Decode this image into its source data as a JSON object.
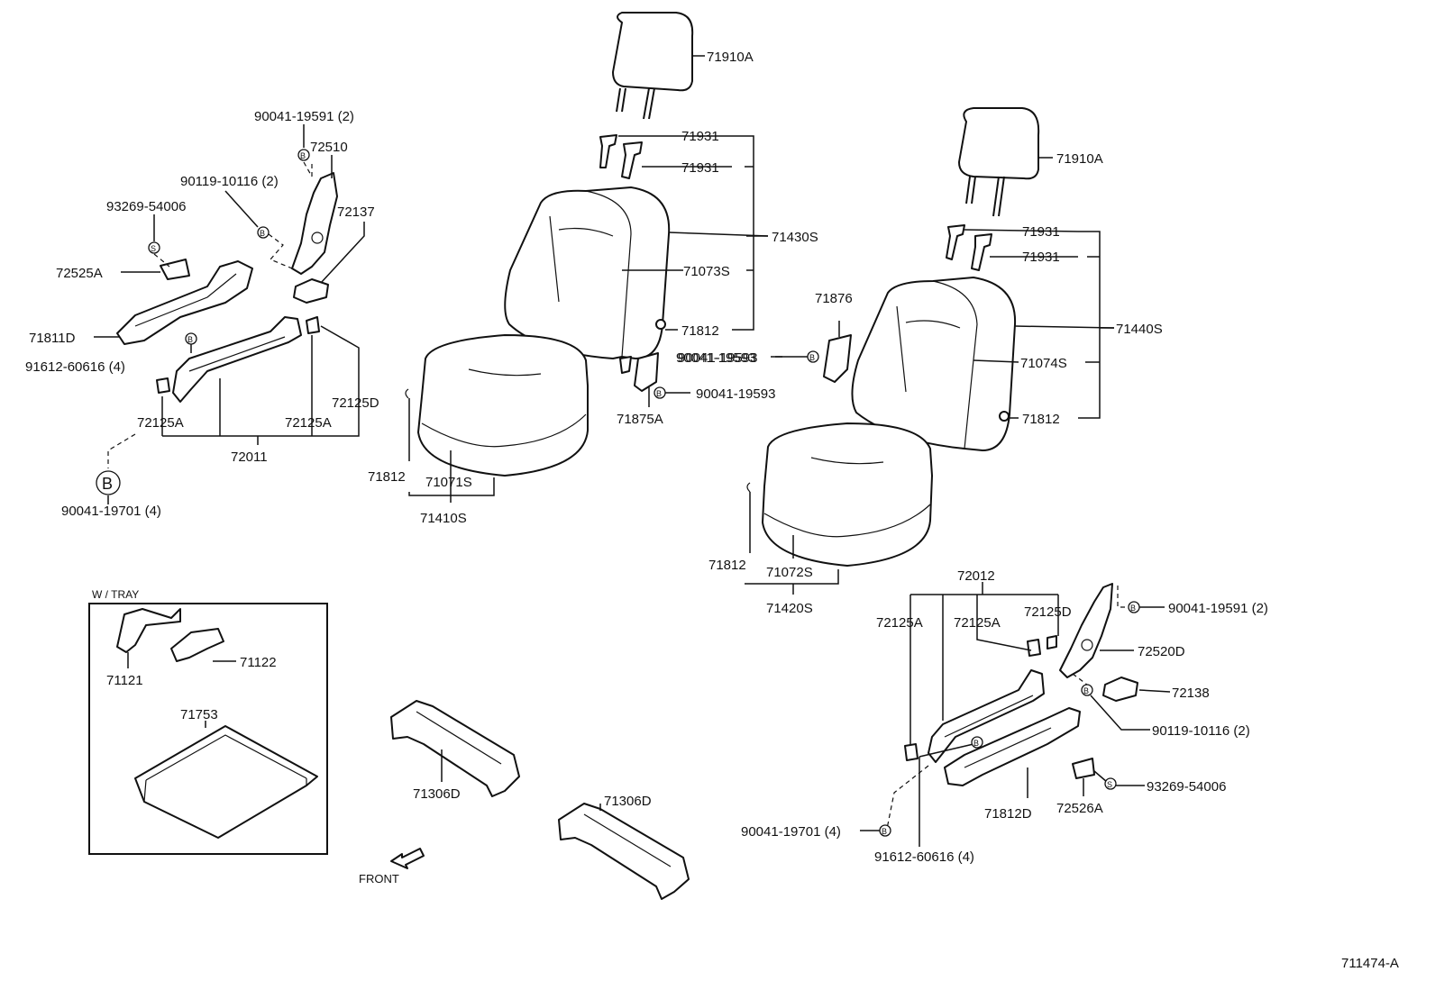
{
  "diagram_code": "711474-A",
  "front_label": "FRONT",
  "tray_box_label": "W / TRAY",
  "left_seat": {
    "headrest": "71910A",
    "support_1": "71931",
    "support_2": "71931",
    "back_assy": "71430S",
    "back_cover": "71073S",
    "clip_back": "71812",
    "cushion_clip": "71812",
    "cushion_cover": "71071S",
    "cushion_assy": "71410S",
    "hinge_bolt_1": "90041-19593",
    "hinge_bolt_2": "90041-19593",
    "hinge_cover": "71875A"
  },
  "right_seat": {
    "headrest": "71910A",
    "support_1": "71931",
    "support_2": "71931",
    "back_assy": "71440S",
    "back_cover": "71074S",
    "clip_back": "71812",
    "cushion_clip": "71812",
    "cushion_cover": "71072S",
    "cushion_assy": "71420S",
    "hinge_part": "71876",
    "hinge_bolt": "90041-19593"
  },
  "left_adjuster": {
    "bolt_recliner": "90041-19591 (2)",
    "recliner": "72510",
    "bolt_recliner_cover": "90119-10116 (2)",
    "screw": "93269-54006",
    "knob_part": "72137",
    "lever": "72525A",
    "shield": "71811D",
    "bolt_track": "91612-60616 (4)",
    "stopper_d": "72125D",
    "stopper_a_left": "72125A",
    "stopper_a_right": "72125A",
    "track": "72011",
    "bolt_b_marker": "B",
    "bolt_floor": "90041-19701 (4)"
  },
  "right_adjuster": {
    "track": "72012",
    "stopper_a_left": "72125A",
    "stopper_a_mid": "72125A",
    "stopper_d": "72125D",
    "bolt_recliner": "90041-19591 (2)",
    "recliner": "72520D",
    "knob_part": "72138",
    "bolt_recliner_cover": "90119-10116 (2)",
    "screw": "93269-54006",
    "shield": "71812D",
    "lever": "72526A",
    "bolt_floor": "90041-19701 (4)",
    "bolt_track": "91612-60616 (4)"
  },
  "tray": {
    "bracket_1": "71121",
    "bracket_2": "71122",
    "tray": "71753"
  },
  "floor_brackets": {
    "bracket_1": "71306D",
    "bracket_2": "71306D"
  },
  "markers": {
    "bolt": "B",
    "screw": "S"
  }
}
